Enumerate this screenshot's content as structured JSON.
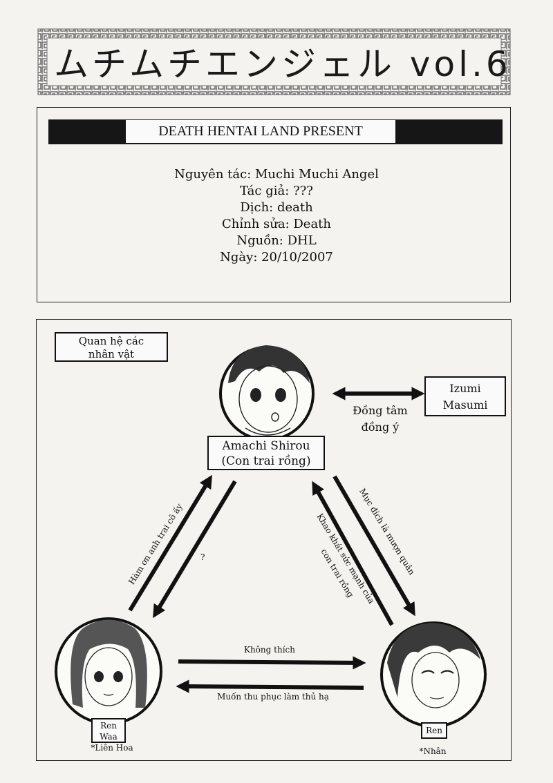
{
  "banner": {
    "title": "ムチムチエンジェル vol.6"
  },
  "credits": {
    "group_header": "DEATH HENTAI LAND PRESENT",
    "lines": [
      "Nguyên tác: Muchi Muchi Angel",
      "Tác giả: ???",
      "Dịch: death",
      "Chỉnh sửa: Death",
      "Nguồn: DHL",
      "Ngày: 20/10/2007"
    ]
  },
  "diagram": {
    "title_line1": "Quan hệ các",
    "title_line2": "nhân vật",
    "izumi_line1": "Izumi",
    "izumi_line2": "Masumi",
    "agreement_line1": "Đồng tâm",
    "agreement_line2": "đồng ý",
    "shirou_line1": "Amachi Shirou",
    "shirou_line2": "(Con trai rồng)",
    "left_up": "Hàm ơn anh trai cô ấy",
    "question": "?",
    "right_down": "Mục đích là mượn quân",
    "right_up_line1": "Khao khát sức mạnh của",
    "right_up_line2": "con trai rồng",
    "dislike": "Không thích",
    "subjugate": "Muốn thu phục làm thủ hạ",
    "ren_waa_line1": "Ren",
    "ren_waa_line2": "Waa",
    "ren_waa_note": "*Liên Hoa",
    "ren_label": "Ren",
    "ren_note": "*Nhân"
  }
}
